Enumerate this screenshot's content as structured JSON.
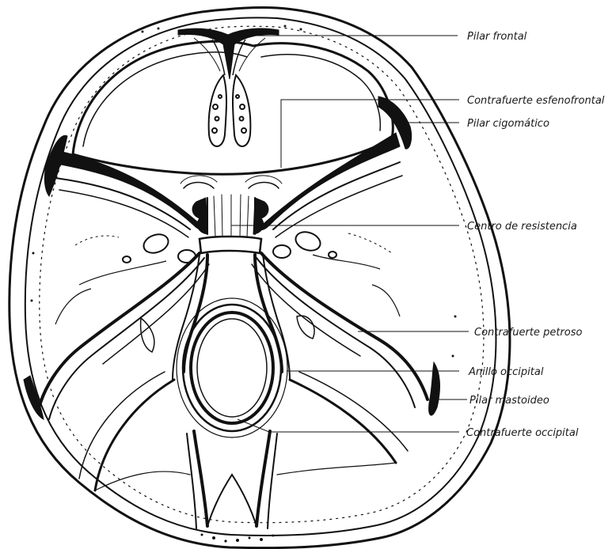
{
  "labels": {
    "pilar_frontal": "Pilar frontal",
    "contrafuerte_esfenofrontal": "Contrafuerte esfenofrontal",
    "pilar_cigomatico": "Pilar cigomático",
    "centro_resistencia": "Centro de resistencia",
    "contrafuerte_petroso": "Contrafuerte petroso",
    "anillo_occipital": "Anillo occipital",
    "pilar_mastoideo": "Pilar mastoideo",
    "contrafuerte_occipital": "Contrafuerte occipital"
  },
  "colors": {
    "ink": "#111111",
    "paper": "#ffffff"
  }
}
